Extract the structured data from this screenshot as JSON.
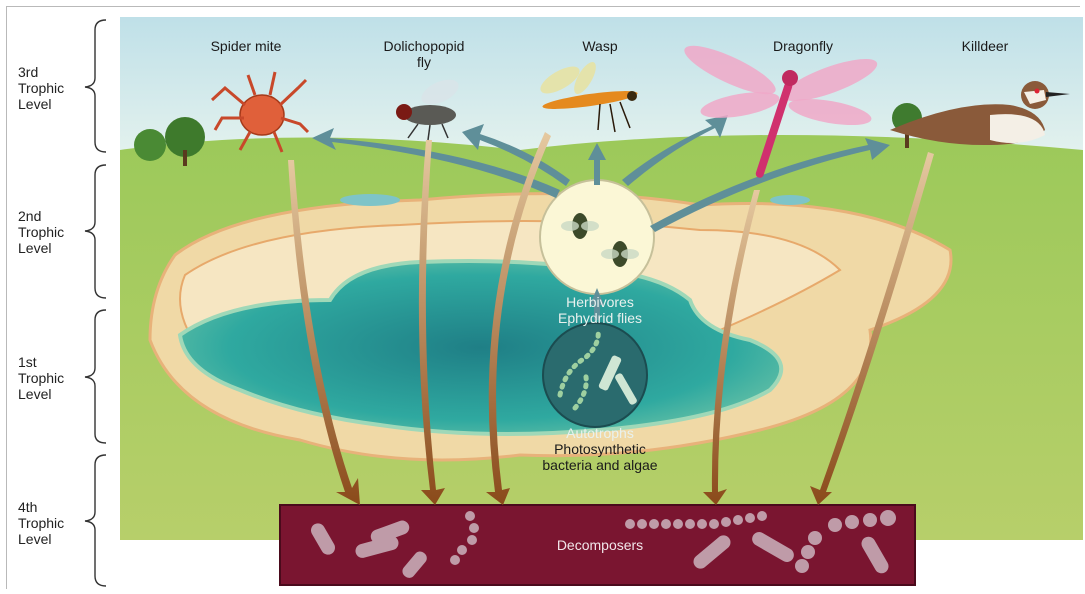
{
  "levels": {
    "third": [
      "3rd",
      "Trophic",
      "Level"
    ],
    "second": [
      "2nd",
      "Trophic",
      "Level"
    ],
    "first": [
      "1st",
      "Trophic",
      "Level"
    ],
    "fourth": [
      "4th",
      "Trophic",
      "Level"
    ]
  },
  "organisms": {
    "spider_mite": "Spider mite",
    "dolichopodid_line1": "Dolichopopid",
    "dolichopodid_line2": "fly",
    "wasp": "Wasp",
    "dragonfly": "Dragonfly",
    "killdeer": "Killdeer"
  },
  "herbivores": {
    "line1": "Herbivores",
    "line2": "Ephydrid flies"
  },
  "autotrophs": {
    "line1": "Autotrophs",
    "line2": "Photosynthetic",
    "line3": "bacteria and algae"
  },
  "decomposers": "Decomposers",
  "colors": {
    "sky": "#cfe6ea",
    "grass": "#8fbf4a",
    "pond": "#2fa9a0",
    "decomposer_band": "#7a1530",
    "arrow_up": "#5f8f99",
    "arrow_down": "#9a5a22"
  }
}
